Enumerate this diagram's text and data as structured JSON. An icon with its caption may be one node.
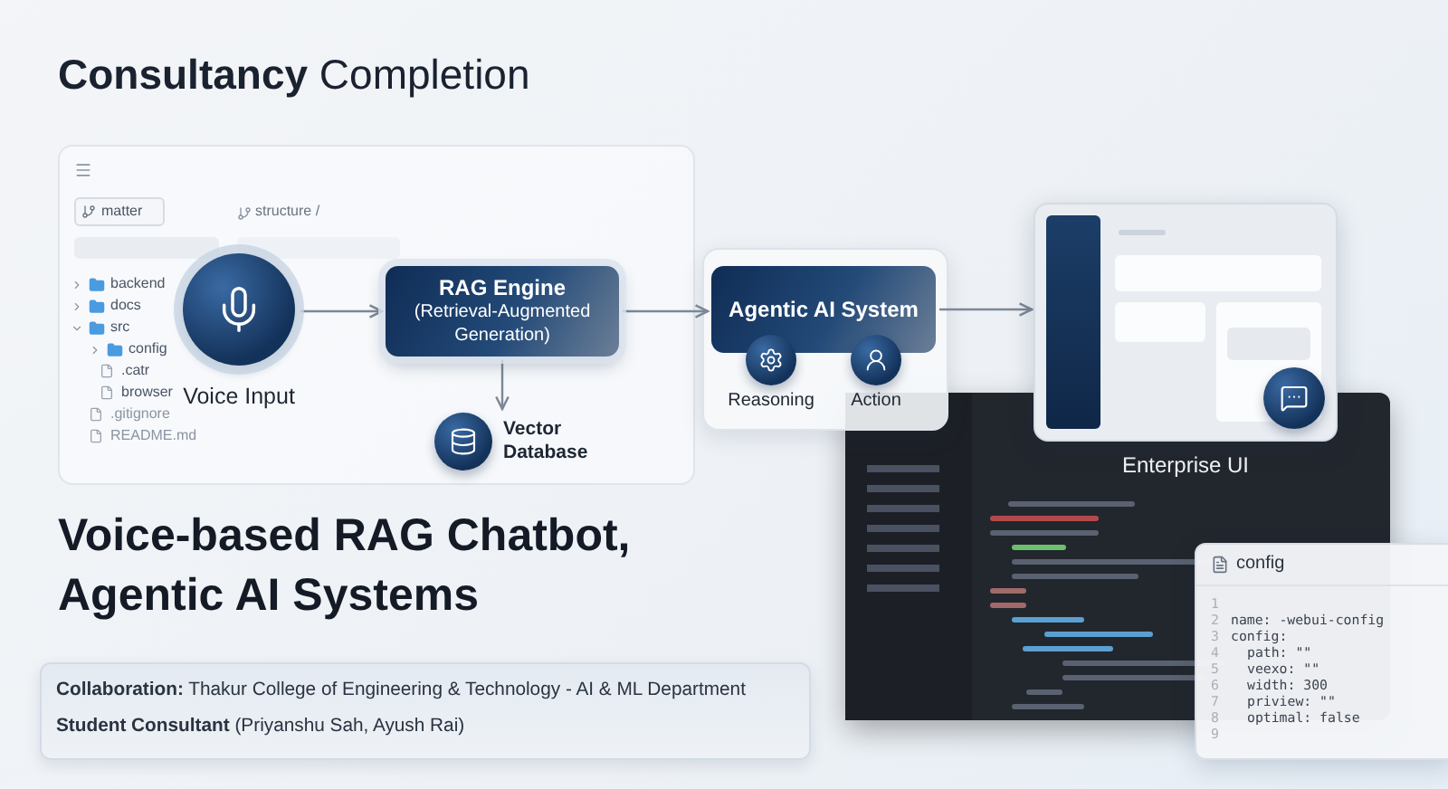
{
  "diagram": {
    "title": "**Consultancy** Completion",
    "nodes": [
      {
        "text": [
          "Voice Input"
        ]
      },
      {
        "text": [
          "RAG Engine",
          "(Retrieval-Augmented Generation)"
        ]
      },
      {
        "text": [
          "Vector Database"
        ]
      },
      {
        "text": [
          "Agentic AI System"
        ]
      },
      {
        "text": [
          "Reasoning"
        ]
      },
      {
        "text": [
          "Action"
        ]
      },
      {
        "text": [
          "Enterprise UI"
        ]
      }
    ],
    "edges": [
      {
        "from": 0,
        "to": 1,
        "arrow": "to"
      },
      {
        "from": 1,
        "to": 2,
        "arrow": "to"
      },
      {
        "from": 1,
        "to": 3,
        "arrow": "to"
      },
      {
        "from": 3,
        "to": 6,
        "arrow": "to"
      }
    ],
    "labels": [
      "Voice-based RAG Chatbot, Agentic AI Systems",
      "**Collaboration:** Thakur College of Engineering & Technology - AI & ML Department",
      "**Student Consultant** (Priyanshu Sah, Ayush Rai)",
      "matter",
      "structure /",
      "backend",
      "docs",
      "src",
      "config",
      ".catr",
      "browser",
      ".gitignore",
      "README.md",
      "config",
      "1",
      "2",
      "3",
      "4",
      "5",
      "6",
      "7",
      "8",
      "9",
      "name: -webui-config",
      "config:",
      "path: \"\"",
      "veexo: \"\"",
      "width: 300",
      "priview: \"\"",
      "optimal: false"
    ]
  }
}
